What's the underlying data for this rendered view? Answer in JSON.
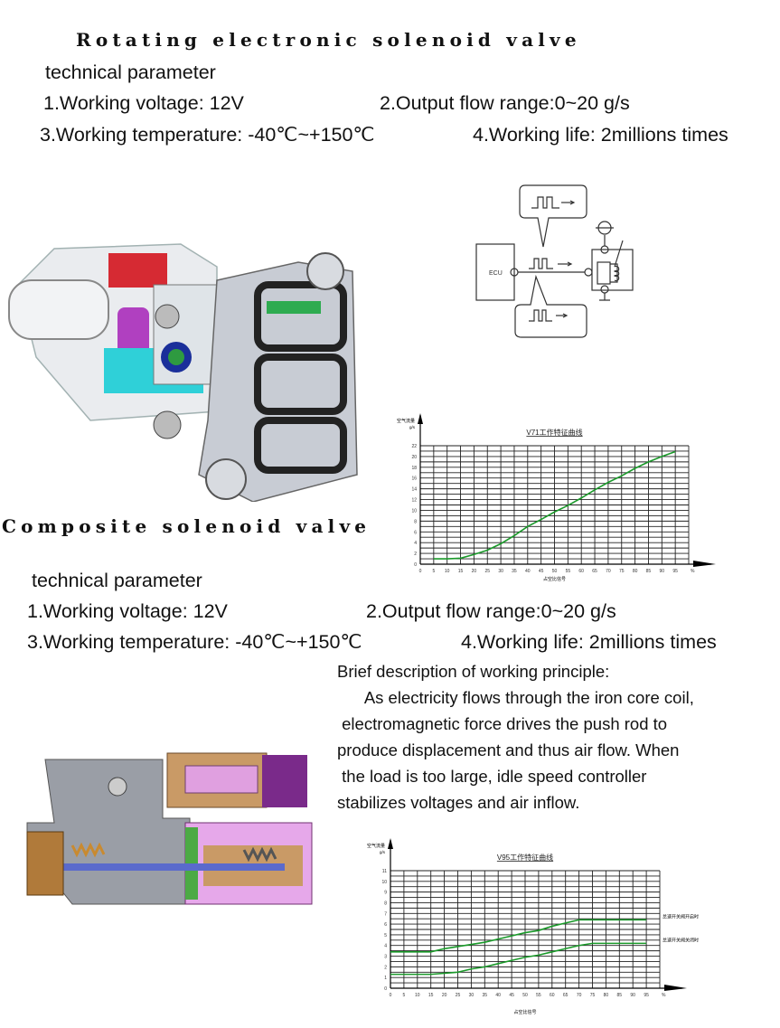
{
  "section1": {
    "title": "Rotating electronic solenoid valve",
    "subtitle": "technical parameter",
    "params": [
      "1.Working voltage: 12V",
      "2.Output flow range:0~20 g/s",
      "3.Working temperature: -40℃~+150℃",
      "4.Working life: 2millions times"
    ]
  },
  "diagram": {
    "ecu_label": "ECU"
  },
  "section2": {
    "title": "Composite solenoid valve",
    "subtitle": "technical parameter",
    "params": [
      "1.Working voltage: 12V",
      "2.Output flow range:0~20 g/s",
      "3.Working temperature: -40℃~+150℃",
      "4.Working life: 2millions times"
    ],
    "description": [
      "Brief description of working principle:",
      "      As electricity flows through the iron core coil,",
      " electromagnetic force drives the push rod to",
      "produce displacement and thus air flow. When",
      " the load is too large, idle speed controller",
      "stabilizes voltages and air inflow."
    ]
  },
  "chart_data": [
    {
      "type": "line",
      "title": "V71工作特征曲线",
      "ylabel": "空气流量",
      "yunit": "g/s",
      "xlabel": "占空比信号",
      "xunit": "%",
      "xlim": [
        0,
        100
      ],
      "ylim": [
        0,
        22
      ],
      "xticks": [
        0,
        5,
        10,
        15,
        20,
        25,
        30,
        35,
        40,
        45,
        50,
        55,
        60,
        65,
        70,
        75,
        80,
        85,
        90,
        95
      ],
      "yticks": [
        0,
        2,
        4,
        6,
        8,
        10,
        12,
        14,
        16,
        18,
        20,
        22
      ],
      "grid": true,
      "color": "#1a9a2a",
      "series": [
        {
          "name": "V71",
          "x": [
            5,
            10,
            15,
            20,
            25,
            30,
            35,
            40,
            45,
            50,
            55,
            60,
            65,
            70,
            75,
            80,
            85,
            90,
            95
          ],
          "y": [
            1.0,
            1.0,
            1.1,
            1.8,
            2.6,
            3.8,
            5.3,
            7.0,
            8.3,
            9.7,
            10.9,
            12.3,
            13.8,
            15.2,
            16.4,
            17.8,
            19.0,
            20.0,
            20.9
          ]
        }
      ]
    },
    {
      "type": "line",
      "title": "V95工作特征曲线",
      "ylabel": "空气流量",
      "yunit": "g/s",
      "xlabel": "占空比信号",
      "xunit": "%",
      "xlim": [
        0,
        100
      ],
      "ylim": [
        0,
        11
      ],
      "xticks": [
        0,
        5,
        10,
        15,
        20,
        25,
        30,
        35,
        40,
        45,
        50,
        55,
        60,
        65,
        70,
        75,
        80,
        85,
        90,
        95
      ],
      "yticks": [
        0,
        1,
        2,
        3,
        4,
        5,
        6,
        7,
        8,
        9,
        10,
        11
      ],
      "grid": true,
      "color": "#1a9a2a",
      "series": [
        {
          "name": "怠速开关阀开启时",
          "x": [
            0,
            15,
            20,
            25,
            30,
            35,
            40,
            45,
            50,
            55,
            60,
            65,
            70,
            95
          ],
          "y": [
            3.4,
            3.4,
            3.7,
            3.9,
            4.1,
            4.3,
            4.6,
            4.9,
            5.2,
            5.4,
            5.8,
            6.1,
            6.4,
            6.4
          ]
        },
        {
          "name": "怠速开关阀关闭时",
          "x": [
            0,
            15,
            25,
            30,
            35,
            40,
            45,
            50,
            55,
            60,
            65,
            70,
            75,
            95
          ],
          "y": [
            1.3,
            1.3,
            1.5,
            1.8,
            2.0,
            2.3,
            2.6,
            2.9,
            3.1,
            3.4,
            3.7,
            4.0,
            4.2,
            4.2
          ]
        }
      ]
    }
  ]
}
